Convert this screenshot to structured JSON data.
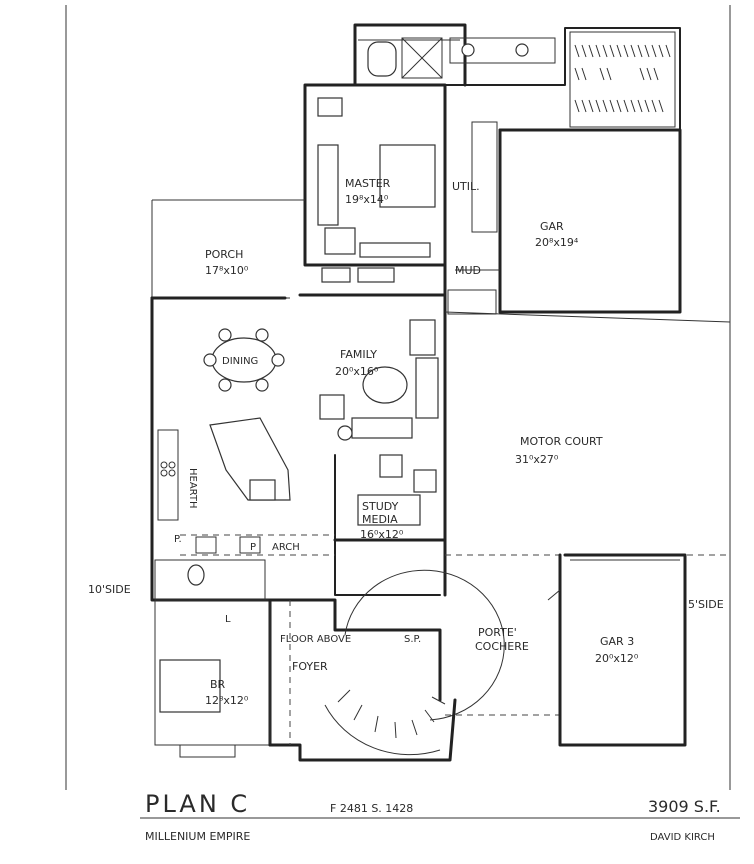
{
  "title": "PLAN C",
  "subtitle": "MILLENIUM EMPIRE",
  "floor_areas": "F 2481  S. 1428",
  "total_area": "3909 S.F.",
  "designer": "DAVID KIRCH",
  "rooms": {
    "master": {
      "name": "MASTER",
      "size": "19⁸x14⁰"
    },
    "util": {
      "name": "UTIL."
    },
    "gar": {
      "name": "GAR",
      "size": "20⁸x19⁴"
    },
    "porch": {
      "name": "PORCH",
      "size": "17⁸x10⁰"
    },
    "mud": {
      "name": "MUD"
    },
    "dining": {
      "name": "DINING"
    },
    "family": {
      "name": "FAMILY",
      "size": "20⁰x16⁰"
    },
    "motor_court": {
      "name": "MOTOR COURT",
      "size": "31⁰x27⁰"
    },
    "hearth": {
      "name": "HEARTH"
    },
    "study": {
      "name": "STUDY",
      "name2": "MEDIA",
      "size": "16⁰x12⁰"
    },
    "arch": {
      "name": "ARCH"
    },
    "br": {
      "name": "BR",
      "size": "12⁸x12⁰"
    },
    "foyer": {
      "name": "FOYER"
    },
    "floor_above": {
      "name": "FLOOR ABOVE"
    },
    "porte_cochere": {
      "name": "PORTE'",
      "name2": "COCHERE"
    },
    "gar3": {
      "name": "GAR 3",
      "size": "20⁰x12⁰"
    },
    "sp": {
      "name": "S.P."
    }
  },
  "notes": {
    "side_left": "10'SIDE",
    "side_right": "5'SIDE",
    "pantry_p1": "P.",
    "pantry_p2": "P",
    "linen_l": "L"
  }
}
